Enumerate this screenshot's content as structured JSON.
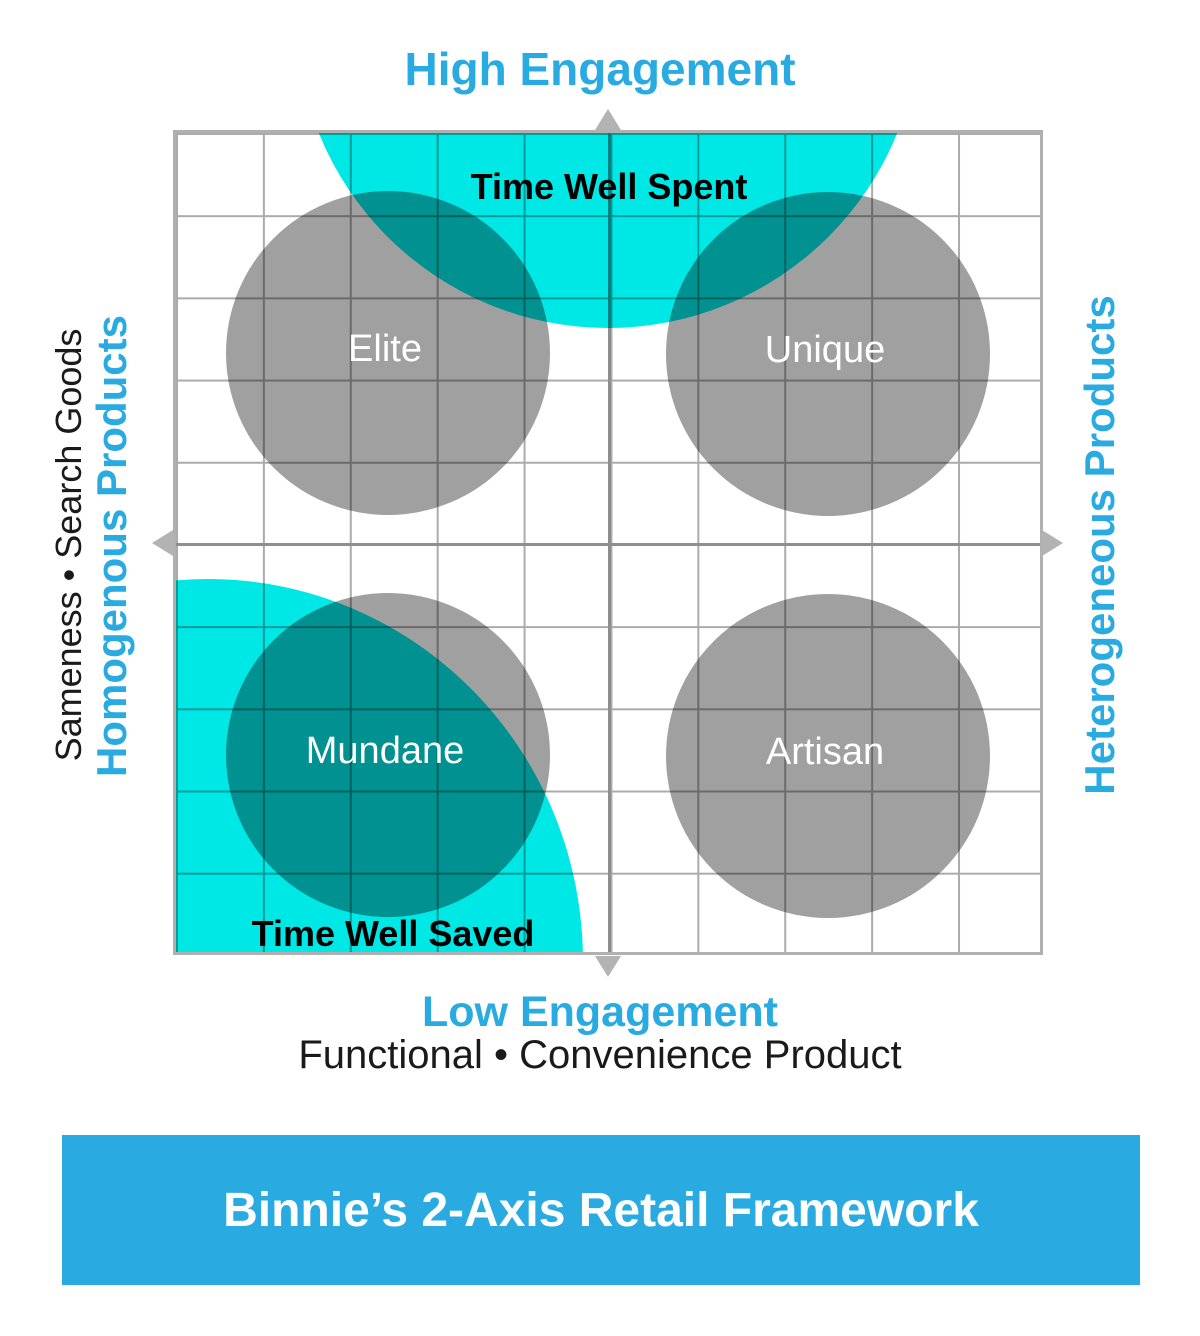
{
  "axes": {
    "top": {
      "label": "High Engagement"
    },
    "bottom": {
      "label": "Low Engagement",
      "sublabel": "Functional • Convenience Product"
    },
    "left": {
      "label": "Homogenous Products",
      "sublabel": "Sameness • Search Goods"
    },
    "right": {
      "label": "Heterogeneous Products"
    }
  },
  "quadrant_circles": [
    {
      "position": "top-left",
      "label": "Elite"
    },
    {
      "position": "top-right",
      "label": "Unique"
    },
    {
      "position": "bottom-left",
      "label": "Mundane"
    },
    {
      "position": "bottom-right",
      "label": "Artisan"
    }
  ],
  "engagement_zones": [
    {
      "position": "top-center",
      "label": "Time Well Spent"
    },
    {
      "position": "bottom-left",
      "label": "Time Well Saved"
    }
  ],
  "banner": {
    "title": "Binnie’s 2-Axis Retail Framework"
  },
  "colors": {
    "accent_blue": "#29ABE2",
    "zone_cyan": "#00E8E6",
    "circle_gray": "#A0A0A0",
    "overlap_teal": "#009190",
    "grid_line": "#ABABAB",
    "grid_border": "#B0B0B0",
    "axis_line": "#8E8E8E",
    "arrow_gray": "#B3B3B3",
    "banner_bg": "#29ABE2",
    "banner_text": "#FFFFFF",
    "circle_label_text": "#FFFFFF",
    "zone_label_text": "#000000"
  }
}
